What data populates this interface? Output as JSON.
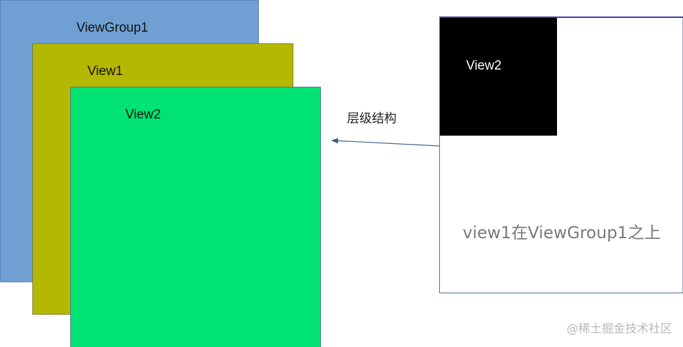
{
  "layers": {
    "viewgroup1": {
      "label": "ViewGroup1",
      "color": "#6f9fd3"
    },
    "view1": {
      "label": "View1",
      "color": "#b5b800"
    },
    "view2": {
      "label": "View2",
      "color": "#00e373"
    }
  },
  "relation_label": "层级结构",
  "preview": {
    "view2_label": "View2",
    "view2_color": "#000000",
    "caption": "view1在ViewGroup1之上"
  },
  "watermark": "@稀土掘金技术社区"
}
